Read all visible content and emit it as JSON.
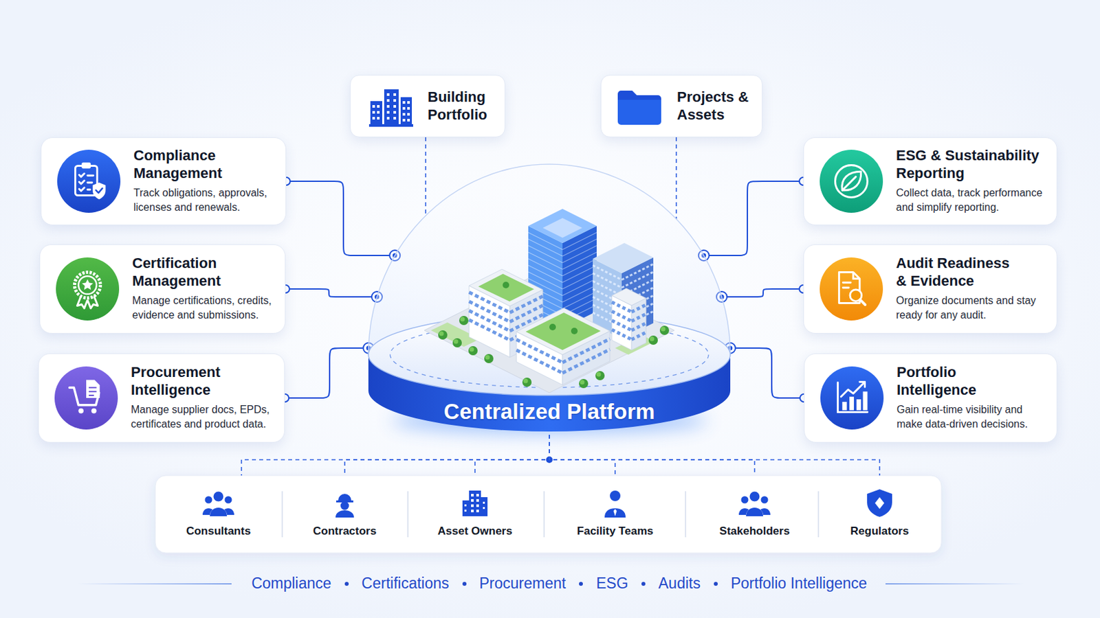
{
  "diagram": {
    "nodes": [
      {
        "text": [
          "Building Portfolio"
        ]
      },
      {
        "text": [
          "Projects & Assets"
        ]
      },
      {
        "text": [
          "Compliance Management",
          "Track obligations, approvals, licenses and renewals."
        ]
      },
      {
        "text": [
          "ESG & Sustainability Reporting",
          "Collect data, track performance and simplify reporting."
        ]
      },
      {
        "text": [
          "Certification Management",
          "Manage certifications, credits, evidence and submissions."
        ]
      },
      {
        "text": [
          "Audit Readiness & Evidence",
          "Organize documents and stay ready for any audit."
        ]
      },
      {
        "text": [
          "Procurement Intelligence",
          "Manage supplier docs, EPDs, certificates and product data."
        ]
      },
      {
        "text": [
          "Portfolio Intelligence",
          "Gain real-time visibility and make data-driven decisions."
        ]
      },
      {
        "text": [
          "Centralized Platform"
        ]
      },
      {
        "text": [
          "Consultants"
        ]
      },
      {
        "text": [
          "Contractors"
        ]
      },
      {
        "text": [
          "Asset Owners"
        ]
      },
      {
        "text": [
          "Facility Teams"
        ]
      },
      {
        "text": [
          "Stakeholders"
        ]
      },
      {
        "text": [
          "Regulators"
        ]
      }
    ],
    "edges": [
      {
        "from": 0,
        "to": 8,
        "arrow": "none"
      },
      {
        "from": 1,
        "to": 8,
        "arrow": "none"
      },
      {
        "from": 2,
        "to": 8,
        "arrow": "none"
      },
      {
        "from": 3,
        "to": 8,
        "arrow": "none"
      },
      {
        "from": 4,
        "to": 8,
        "arrow": "none"
      },
      {
        "from": 5,
        "to": 8,
        "arrow": "none"
      },
      {
        "from": 6,
        "to": 8,
        "arrow": "none"
      },
      {
        "from": 7,
        "to": 8,
        "arrow": "none"
      },
      {
        "from": 8,
        "to": 9,
        "arrow": "none"
      },
      {
        "from": 8,
        "to": 10,
        "arrow": "none"
      },
      {
        "from": 8,
        "to": 11,
        "arrow": "none"
      },
      {
        "from": 8,
        "to": 12,
        "arrow": "none"
      },
      {
        "from": 8,
        "to": 13,
        "arrow": "none"
      },
      {
        "from": 8,
        "to": 14,
        "arrow": "none"
      }
    ],
    "labels": [
      "Compliance",
      "Certifications",
      "Procurement",
      "ESG",
      "Audits",
      "Portfolio Intelligence"
    ]
  }
}
